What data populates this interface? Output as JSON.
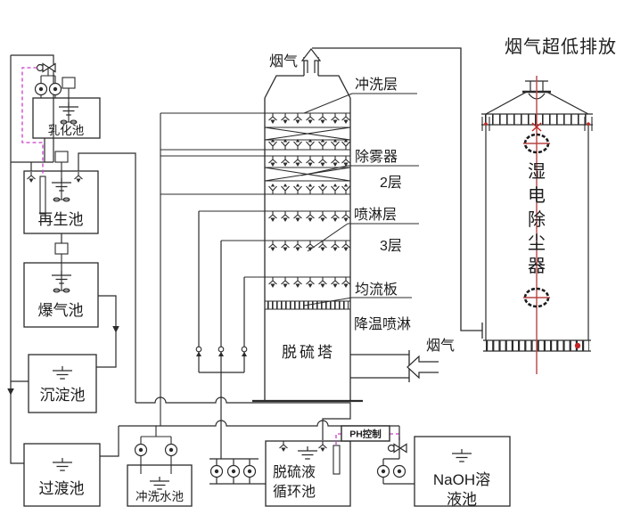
{
  "title": "烟气超低排放",
  "colors": {
    "line": "#2b2b2b",
    "signal": "#c93fc9",
    "centerline": "#b84545",
    "accent": "#c22525"
  },
  "tower": {
    "name": "脱硫塔",
    "flue_gas_outlet": "烟气",
    "flue_gas_inlet": "烟气",
    "callout_wash_layer": "冲洗层",
    "callout_demister": "除雾器",
    "callout_demister_layers": "2层",
    "callout_spray_layer": "喷淋层",
    "callout_spray_layers": "3层",
    "callout_flow_plate": "均流板",
    "callout_cooling_spray": "降温喷淋"
  },
  "wesp": {
    "name": "湿电除尘器",
    "chars": [
      "湿",
      "电",
      "除",
      "尘",
      "器"
    ]
  },
  "tanks": {
    "emulsification": "乳化池",
    "regeneration": "再生池",
    "aeration": "爆气池",
    "sedimentation": "沉淀池",
    "transition": "过渡池",
    "flush_water": "冲洗水池",
    "circulation_line1": "脱硫液",
    "circulation_line2": "循环池",
    "naoh_line1": "NaOH溶",
    "naoh_line2": "液池"
  },
  "controls": {
    "ph_box": "PH控制"
  }
}
